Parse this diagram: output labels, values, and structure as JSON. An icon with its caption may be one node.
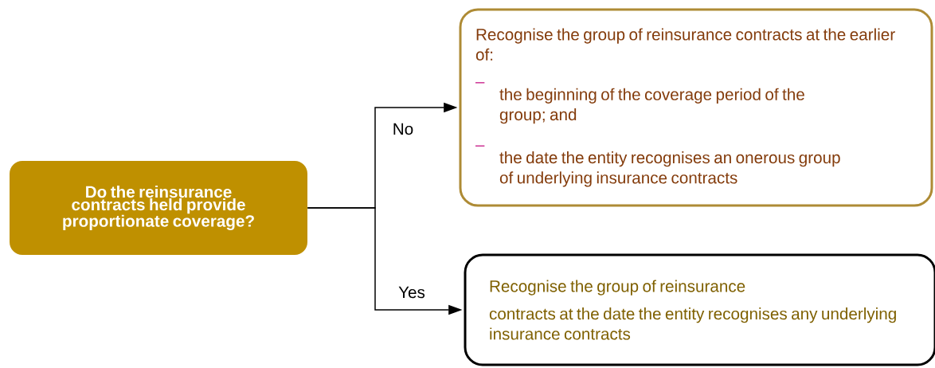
{
  "diagram": {
    "nodes": [
      {
        "text": [
          "Do the reinsurance contracts held provide proportionate coverage?"
        ]
      },
      {
        "text": [
          "Recognise the group of reinsurance contracts at the earlier of:",
          "the beginning of the coverage period of the group; and",
          "the date the entity recognises an onerous group of underlying insurance contracts"
        ]
      },
      {
        "text": [
          "Recognise the group of reinsurance",
          "contracts at the date the entity recognises any underlying insurance contracts"
        ]
      }
    ],
    "edges": [
      {
        "from": 0,
        "to": 1,
        "arrow": "to",
        "label": "No"
      },
      {
        "from": 0,
        "to": 2,
        "arrow": "to",
        "label": "Yes"
      }
    ]
  }
}
